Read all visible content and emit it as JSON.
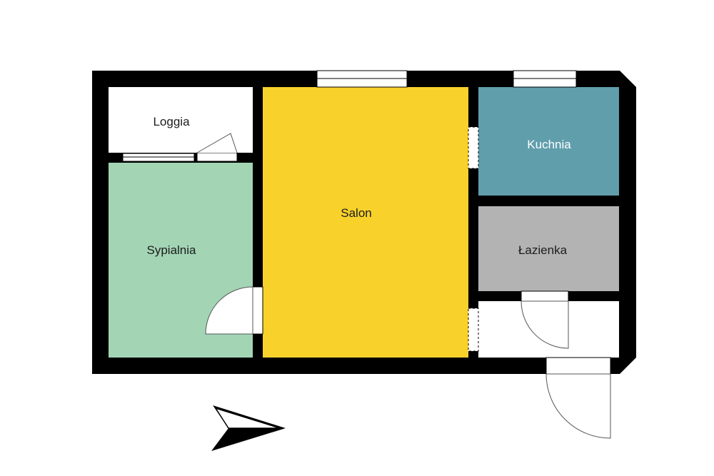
{
  "colors": {
    "wall": "#000000",
    "salon": "#f8d12b",
    "sypialnia": "#a3d5b5",
    "kuchnia": "#609eac",
    "lazienka": "#b3b3b3",
    "loggia": "#ffffff",
    "hall": "#ffffff"
  },
  "rooms": {
    "loggia": "Loggia",
    "sypialnia": "Sypialnia",
    "salon": "Salon",
    "kuchnia": "Kuchnia",
    "lazienka": "Łazienka"
  },
  "icons": {
    "compass": "north-arrow-icon"
  }
}
